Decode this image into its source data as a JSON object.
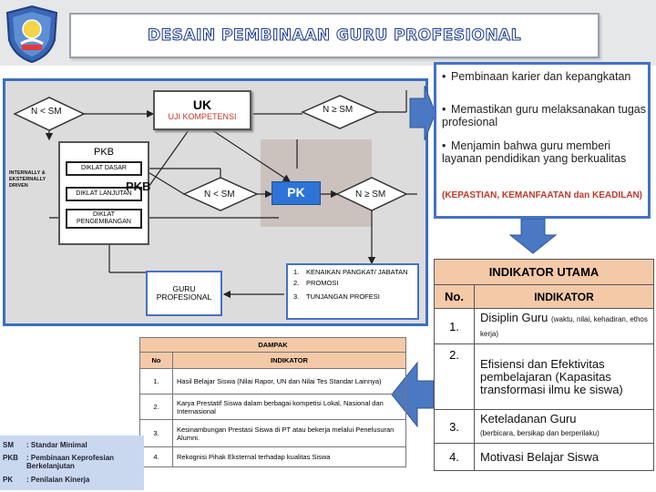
{
  "header": {
    "title": "DESAIN PEMBINAAN  GURU PROFESIONAL"
  },
  "diagram": {
    "n_lt_sm_top": "N < SM",
    "n_ge_sm_top": "N ≥ SM",
    "uk_short": "UK",
    "uk_full": "UJI KOMPETENSI",
    "pkb_label": "PKB",
    "pkb_overlay": "PKB",
    "internal_external": "INTERNALLY & EKSTERNALLY DRIVEN",
    "diklat": [
      "DIKLAT DASAR",
      "DIKLAT LANJUTAN",
      "DIKLAT PENGEMBANGAN"
    ],
    "n_lt_sm_mid": "N < SM",
    "pk": "PK",
    "n_ge_sm_mid": "N ≥ SM",
    "guru_profesional": "GURU PROFESIONAL",
    "rewards": [
      {
        "no": "1.",
        "text": "KENAIKAN PANGKAT/ JABATAN"
      },
      {
        "no": "2.",
        "text": "PROMOSI"
      },
      {
        "no": "3.",
        "text": "TUNJANGAN PROFESI"
      }
    ]
  },
  "goals": {
    "bullets": [
      "Pembinaan karier dan kepangkatan",
      "Memastikan guru melaksanakan tugas profesional",
      "Menjamin bahwa  guru memberi layanan pendidikan yang berkualitas"
    ],
    "note": "(KEPASTIAN, KEMANFAATAN dan KEADILAN)"
  },
  "indikator": {
    "title": "INDIKATOR UTAMA",
    "col_no": "No.",
    "col_ind": "INDIKATOR",
    "rows": [
      {
        "no": "1.",
        "main": "Disiplin Guru",
        "sub": "(waktu, nilai, kehadiran, ethos kerja)"
      },
      {
        "no": "2.",
        "main": "Efisiensi dan Efektivitas pembelajaran (Kapasitas transformasi ilmu ke siswa)",
        "sub": ""
      },
      {
        "no": "3.",
        "main": "Keteladanan Guru",
        "sub": "(berbicara, bersikap dan berperilaku)"
      },
      {
        "no": "4.",
        "main": "Motivasi Belajar Siswa",
        "sub": ""
      }
    ]
  },
  "dampak": {
    "title": "DAMPAK",
    "col_no": "No",
    "col_ind": "INDIKATOR",
    "rows": [
      {
        "no": "1.",
        "text": "Hasil Belajar Siswa (Nilai Rapor, UN dan Nilai Tes Standar Lainnya)"
      },
      {
        "no": "2.",
        "text": "Karya Prestatif  Siswa dalam berbagai kompetisi Lokal, Nasional dan Internasional"
      },
      {
        "no": "3.",
        "text": "Kesinambungan Prestasi Siswa di PT atau bekerja melalui Penelusuran Alumni."
      },
      {
        "no": "4.",
        "text": "Rekognisi Pihak Eksternal terhadap kualitas Siswa"
      }
    ]
  },
  "legend": [
    {
      "abbr": "SM",
      "desc": ": Standar Minimal"
    },
    {
      "abbr": "PKB",
      "desc": ": Pembinaan Keprofesian Berkelanjutan"
    },
    {
      "abbr": "PK",
      "desc": ": Penilaian Kinerja"
    }
  ],
  "colors": {
    "frame_blue": "#3b6fbf",
    "arrow_blue": "#4a78c2",
    "table_header": "#f4c9a8",
    "accent_red": "#c0392b"
  }
}
